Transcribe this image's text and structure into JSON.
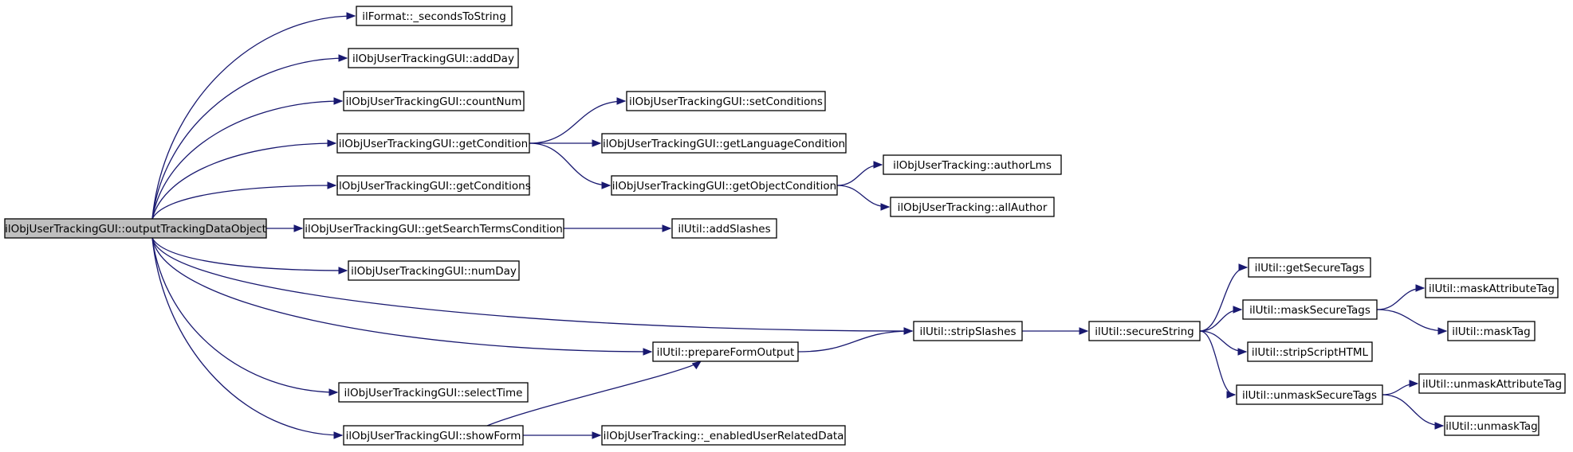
{
  "diagram": {
    "type": "call-graph",
    "edge_color": "#191970",
    "root_fill": "#bfbfbf",
    "nodes": [
      {
        "id": "root",
        "label": "ilObjUserTrackingGUI::outputTrackingDataObject",
        "root": true
      },
      {
        "id": "secToStr",
        "label": "ilFormat::_secondsToString"
      },
      {
        "id": "addDay",
        "label": "ilObjUserTrackingGUI::addDay"
      },
      {
        "id": "countNum",
        "label": "ilObjUserTrackingGUI::countNum"
      },
      {
        "id": "getCondition",
        "label": "ilObjUserTrackingGUI::getCondition"
      },
      {
        "id": "getConditions",
        "label": "ilObjUserTrackingGUI::getConditions"
      },
      {
        "id": "getSearch",
        "label": "ilObjUserTrackingGUI::getSearchTermsCondition"
      },
      {
        "id": "numDay",
        "label": "ilObjUserTrackingGUI::numDay"
      },
      {
        "id": "selectTime",
        "label": "ilObjUserTrackingGUI::selectTime"
      },
      {
        "id": "showForm",
        "label": "ilObjUserTrackingGUI::showForm"
      },
      {
        "id": "setConditions",
        "label": "ilObjUserTrackingGUI::setConditions"
      },
      {
        "id": "getLang",
        "label": "ilObjUserTrackingGUI::getLanguageCondition"
      },
      {
        "id": "getObj",
        "label": "ilObjUserTrackingGUI::getObjectCondition"
      },
      {
        "id": "authorLms",
        "label": "ilObjUserTracking::authorLms"
      },
      {
        "id": "allAuthor",
        "label": "ilObjUserTracking::allAuthor"
      },
      {
        "id": "addSlashes",
        "label": "ilUtil::addSlashes"
      },
      {
        "id": "stripSlashes",
        "label": "ilUtil::stripSlashes"
      },
      {
        "id": "prepare",
        "label": "ilUtil::prepareFormOutput"
      },
      {
        "id": "enabled",
        "label": "ilObjUserTracking::_enabledUserRelatedData"
      },
      {
        "id": "secureString",
        "label": "ilUtil::secureString"
      },
      {
        "id": "getSecureTags",
        "label": "ilUtil::getSecureTags"
      },
      {
        "id": "maskSecure",
        "label": "ilUtil::maskSecureTags"
      },
      {
        "id": "stripScript",
        "label": "ilUtil::stripScriptHTML"
      },
      {
        "id": "unmaskSecure",
        "label": "ilUtil::unmaskSecureTags"
      },
      {
        "id": "maskAttr",
        "label": "ilUtil::maskAttributeTag"
      },
      {
        "id": "maskTag",
        "label": "ilUtil::maskTag"
      },
      {
        "id": "unmaskAttr",
        "label": "ilUtil::unmaskAttributeTag"
      },
      {
        "id": "unmaskTag",
        "label": "ilUtil::unmaskTag"
      }
    ],
    "edges": [
      {
        "from": "root",
        "to": "secToStr"
      },
      {
        "from": "root",
        "to": "addDay"
      },
      {
        "from": "root",
        "to": "countNum"
      },
      {
        "from": "root",
        "to": "getCondition"
      },
      {
        "from": "root",
        "to": "getConditions"
      },
      {
        "from": "root",
        "to": "getSearch"
      },
      {
        "from": "root",
        "to": "numDay"
      },
      {
        "from": "root",
        "to": "stripSlashes"
      },
      {
        "from": "root",
        "to": "prepare"
      },
      {
        "from": "root",
        "to": "selectTime"
      },
      {
        "from": "root",
        "to": "showForm"
      },
      {
        "from": "getCondition",
        "to": "setConditions"
      },
      {
        "from": "getCondition",
        "to": "getLang"
      },
      {
        "from": "getCondition",
        "to": "getObj"
      },
      {
        "from": "getObj",
        "to": "authorLms"
      },
      {
        "from": "getObj",
        "to": "allAuthor"
      },
      {
        "from": "getSearch",
        "to": "addSlashes"
      },
      {
        "from": "showForm",
        "to": "prepare"
      },
      {
        "from": "showForm",
        "to": "enabled"
      },
      {
        "from": "prepare",
        "to": "stripSlashes"
      },
      {
        "from": "stripSlashes",
        "to": "secureString"
      },
      {
        "from": "secureString",
        "to": "getSecureTags"
      },
      {
        "from": "secureString",
        "to": "maskSecure"
      },
      {
        "from": "secureString",
        "to": "stripScript"
      },
      {
        "from": "secureString",
        "to": "unmaskSecure"
      },
      {
        "from": "maskSecure",
        "to": "maskAttr"
      },
      {
        "from": "maskSecure",
        "to": "maskTag"
      },
      {
        "from": "unmaskSecure",
        "to": "unmaskAttr"
      },
      {
        "from": "unmaskSecure",
        "to": "unmaskTag"
      }
    ]
  }
}
